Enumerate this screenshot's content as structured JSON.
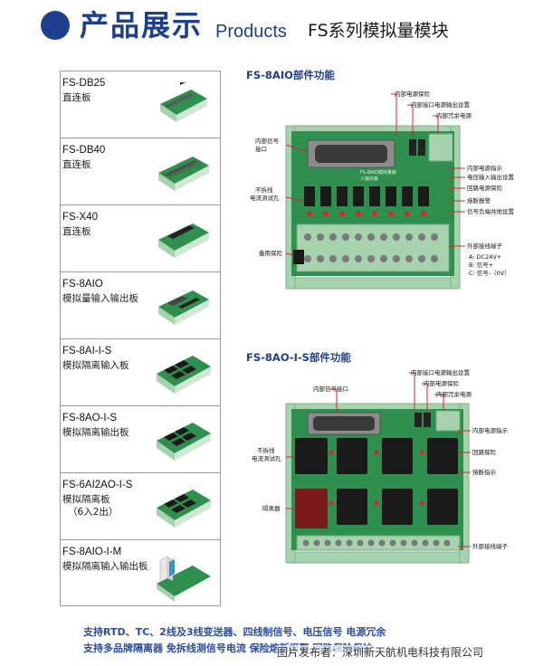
{
  "header": {
    "title": "产品展示",
    "subtitle": "Products",
    "series": "FS系列模拟量模块"
  },
  "products": [
    {
      "name": "FS-DB25",
      "desc": "直连板"
    },
    {
      "name": "FS-DB40",
      "desc": "直连板"
    },
    {
      "name": "FS-X40",
      "desc": "直连板"
    },
    {
      "name": "FS-8AIO",
      "desc": "模拟量输入输出板"
    },
    {
      "name": "FS-8AI-I-S",
      "desc": "模拟隔离输入板"
    },
    {
      "name": "FS-8AO-I-S",
      "desc": "模拟隔离输出板"
    },
    {
      "name": "FS-6AI2AO-I-S",
      "desc": "模拟隔离板",
      "desc2": "（6入2出）"
    },
    {
      "name": "FS-8AIO-I-M",
      "desc": "模拟隔离输入输出板"
    }
  ],
  "diagram1": {
    "title": "FS-8AIO部件功能",
    "labels": {
      "internal_power_protect": "内部电源保险",
      "internal_interface_power": "内部接口电源输出设置",
      "internal_redundant_power": "内部冗余电源",
      "internal_signal_port_1": "内部信号",
      "internal_signal_port_2": "接口",
      "power_indicator": "内部电源指示",
      "voltage_io_setting": "电压输入输出设置",
      "loop_power_protect": "回路电源保险",
      "breakdown_warn": "熔断报警",
      "signal_neg_common": "信号负端共地设置",
      "no_disconnect_1": "不拆线",
      "no_disconnect_2": "电流测试孔",
      "spare_fuse": "备用保险",
      "external_terminal": "外部接线端子",
      "a_line": "A: DC24V+",
      "b_line": "B: 信号+",
      "c_line": "C: 信号-（0V）",
      "board_text_1": "FS-8AIO模拟量输",
      "board_text_2": "入输出板"
    }
  },
  "diagram2": {
    "title": "FS-8AO-I-S部件功能",
    "labels": {
      "internal_interface_power": "内部接口电源输出设置",
      "internal_power_protect": "内部电源保险",
      "internal_redundant_power": "内部冗余电源",
      "internal_signal_port": "内部信号接口",
      "power_indicator": "内部电源指示",
      "loop_protect": "回路保险",
      "breakdown_indicator": "熔断指示",
      "no_disconnect_1": "不拆线",
      "no_disconnect_2": "电流测试孔",
      "isolator": "隔离器",
      "external_terminal": "外部接线端子"
    }
  },
  "footer": {
    "line1": "支持RTD、TC、2线及3线变送器、四线制信号、电压信号    电源冗余",
    "line2": "支持多品牌隔离器   免拆线测信号电流   保险熔断报警   回路保险保护",
    "watermark": "图片发布者：深圳新天航机电科技有限公司"
  },
  "colors": {
    "brand_blue": "#1e3f8f",
    "pcb_green": "#2f8f4e",
    "rail_green": "#a6d2ae",
    "annotation_red": "#d9262c"
  }
}
